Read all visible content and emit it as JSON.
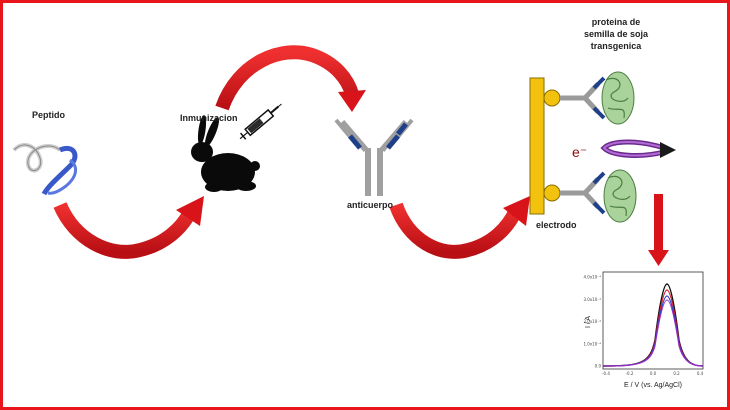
{
  "labels": {
    "peptide": "Peptido",
    "immunization": "Inmunizacion",
    "antibody": "anticuerpo",
    "electrode": "electrodo",
    "protein": [
      "proteina de",
      "semilla de soja",
      "transgenica"
    ],
    "electron": "e⁻"
  },
  "chart": {
    "ylabel": "I / A",
    "xlabel": "E / V (vs. Ag/AgCl)",
    "y_ticks": [
      "4.0x10⁻⁴",
      "3.0x10⁻⁴",
      "2.0x10⁻⁴",
      "1.0x10⁻⁴",
      "0.0"
    ],
    "x_ticks": [
      "-0.4",
      "-0.2",
      "0.0",
      "0.2",
      "0.4"
    ]
  },
  "colors": {
    "arrow_red": "#d8141a",
    "frame": "#e8151b",
    "electrode": "#f2c20f",
    "antibody_grey": "#9a9a9a",
    "antibody_blue": "#1e3f8a",
    "protein_green": "#8fbf7a",
    "electron_arrow": "#6a2b8c"
  },
  "icons": [
    "rabbit-icon",
    "syringe-icon",
    "peptide-ribbon-icon",
    "antibody-icon",
    "protein-icon"
  ]
}
